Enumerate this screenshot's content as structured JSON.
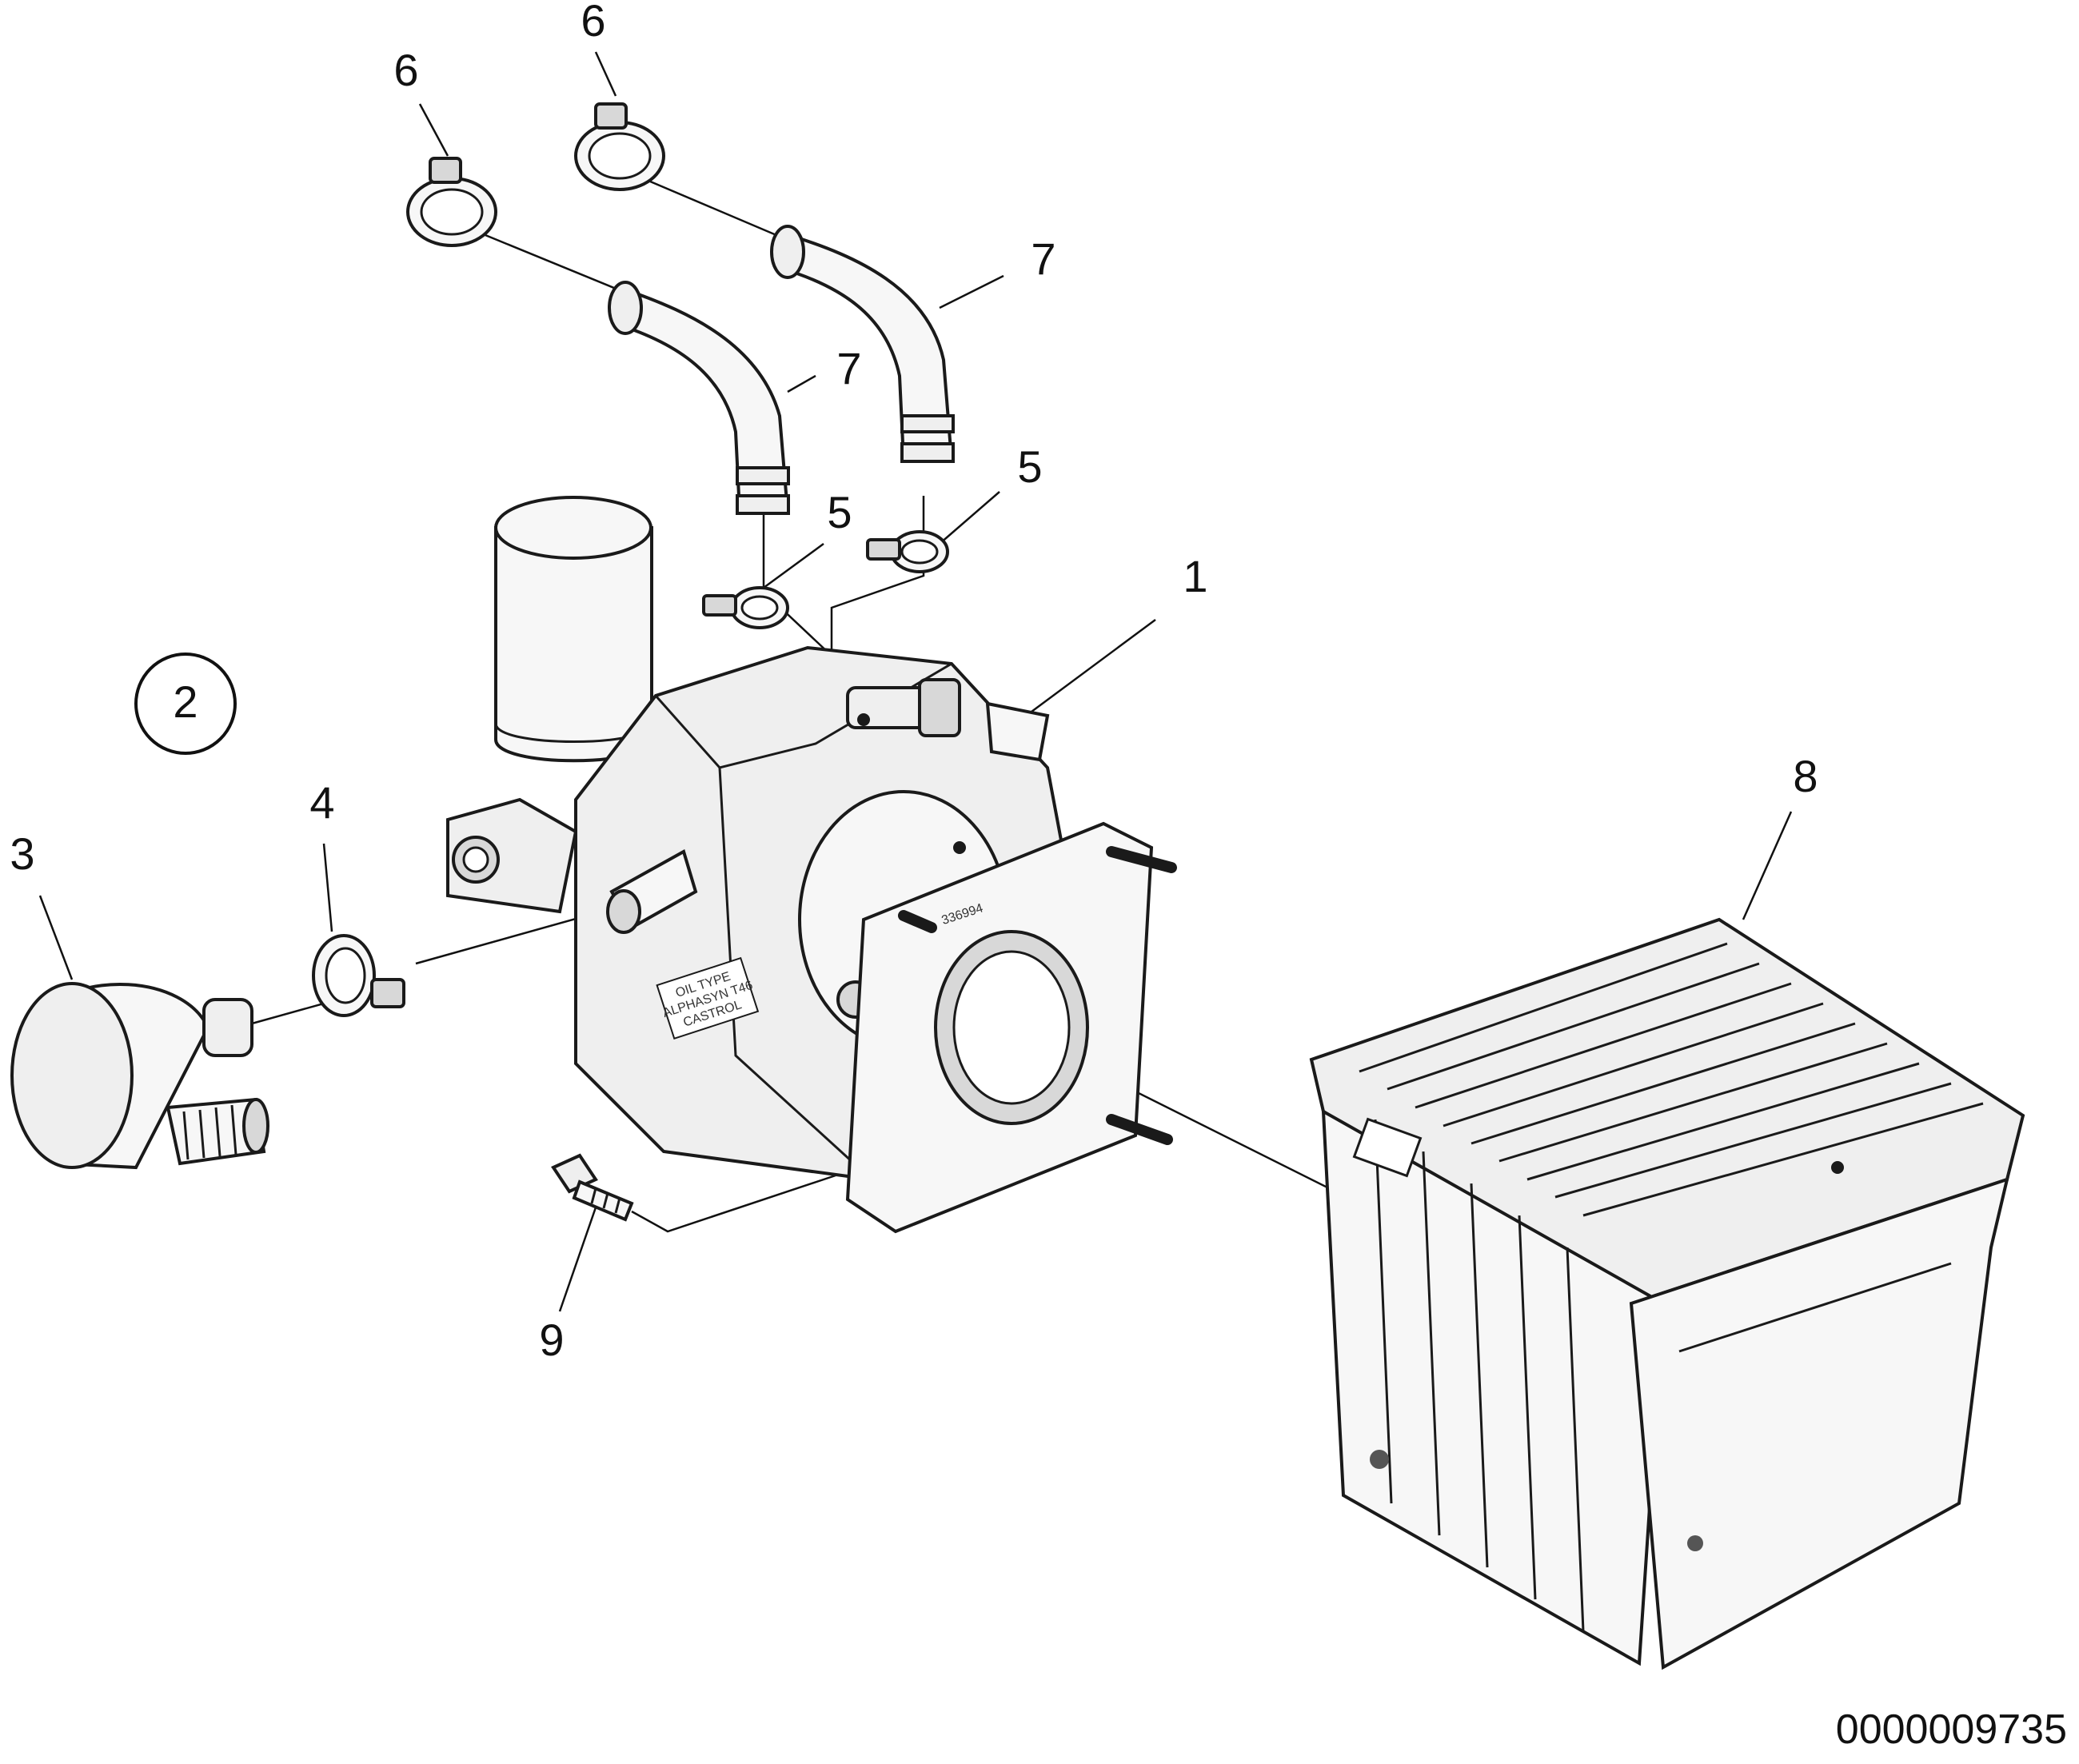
{
  "diagram": {
    "figure_id": "0000009735",
    "view_callout": "2",
    "callouts": [
      {
        "id": "1",
        "label": "1"
      },
      {
        "id": "3",
        "label": "3"
      },
      {
        "id": "4",
        "label": "4"
      },
      {
        "id": "5a",
        "label": "5"
      },
      {
        "id": "5b",
        "label": "5"
      },
      {
        "id": "6a",
        "label": "6"
      },
      {
        "id": "6b",
        "label": "6"
      },
      {
        "id": "7a",
        "label": "7"
      },
      {
        "id": "7b",
        "label": "7"
      },
      {
        "id": "8",
        "label": "8"
      },
      {
        "id": "9",
        "label": "9"
      }
    ],
    "plate_lines": [
      "OIL TYPE",
      "ALPHASYN T46",
      "CASTROL"
    ],
    "serial_text": "336994"
  }
}
